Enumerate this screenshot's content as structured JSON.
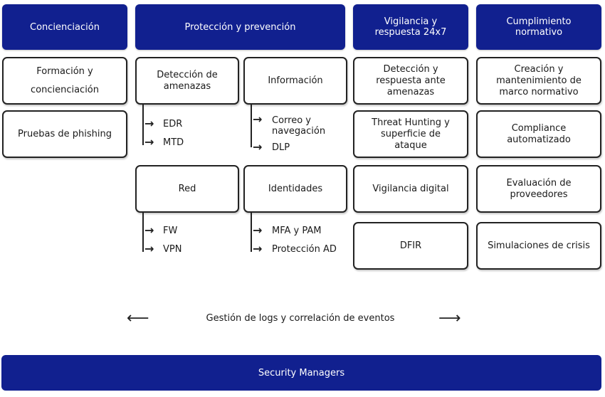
{
  "headers": {
    "concienciacion": "Concienciación",
    "proteccion": "Protección y prevención",
    "vigilancia": "Vigilancia y respuesta 24x7",
    "cumplimiento": "Cumplimiento normativo"
  },
  "concienciacion": {
    "formacion": "Formación y concienciación",
    "phishing": "Pruebas de phishing"
  },
  "proteccion": {
    "deteccion": {
      "title": "Detección de amenazas",
      "items": [
        "EDR",
        "MTD"
      ]
    },
    "informacion": {
      "title": "Información",
      "items": [
        "Correo y navegación",
        "DLP"
      ]
    },
    "red": {
      "title": "Red",
      "items": [
        "FW",
        "VPN"
      ]
    },
    "identidades": {
      "title": "Identidades",
      "items": [
        "MFA y PAM",
        "Protección AD"
      ]
    }
  },
  "vigilancia": {
    "deteccion_respuesta": "Detección y respuesta ante amenazas",
    "threat_hunting": "Threat Hunting y superficie de ataque",
    "vigilancia_digital": "Vigilancia digital",
    "dfir": "DFIR"
  },
  "cumplimiento": {
    "marco": "Creación y mantenimiento de marco normativo",
    "compliance": "Compliance automatizado",
    "proveedores": "Evaluación de proveedores",
    "crisis": "Simulaciones de crisis"
  },
  "logs": {
    "label": "Gestión de logs y correlación de eventos",
    "left_arrow": "⟵",
    "right_arrow": "⟶"
  },
  "footer": {
    "label": "Security Managers"
  },
  "colors": {
    "header_bg": "#11208f",
    "border": "#222222"
  }
}
